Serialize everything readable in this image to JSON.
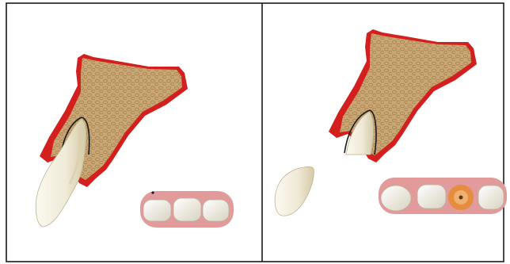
{
  "figure": {
    "panels": [
      {
        "id": "left",
        "stage": "tooth-in-socket"
      },
      {
        "id": "right",
        "stage": "tooth-extracted-implant"
      }
    ]
  },
  "colors": {
    "bone_fill": "#c9a774",
    "bone_dot": "#a9834f",
    "gingiva_red": "#d41f1f",
    "tooth_enamel": "#f3efe0",
    "tooth_shadow": "#d9cfae",
    "gum_pink": "#e39a9a",
    "implant_orange": "#e58a2e",
    "frame": "#1a1a1a"
  }
}
